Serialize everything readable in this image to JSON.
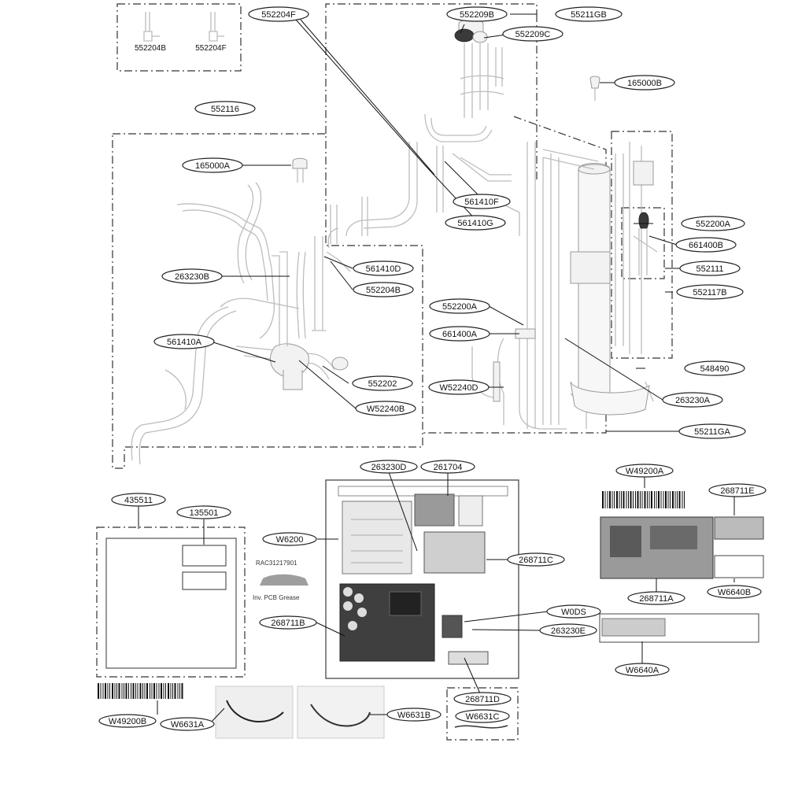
{
  "labels": {
    "p552204F_top": "552204F",
    "p552209B": "552209B",
    "p55211GB": "55211GB",
    "p552209C": "552209C",
    "p165000B": "165000B",
    "p552116": "552116",
    "p165000A": "165000A",
    "p561410F": "561410F",
    "p561410G": "561410G",
    "p552200A_r": "552200A",
    "p661400B": "661400B",
    "p552111": "552111",
    "p552117B": "552117B",
    "p561410D": "561410D",
    "p263230B": "263230B",
    "p552204B_main": "552204B",
    "p552200A_m": "552200A",
    "p661400A": "661400A",
    "p561410A": "561410A",
    "p548490": "548490",
    "p552202": "552202",
    "pW52240D": "W52240D",
    "p263230A": "263230A",
    "pW52240B": "W52240B",
    "p55211GA": "55211GA",
    "p263230D": "263230D",
    "p261704": "261704",
    "pW49200A": "W49200A",
    "p268711E": "268711E",
    "p435511": "435511",
    "p135501": "135501",
    "pW6200": "W6200",
    "p268711C": "268711C",
    "pW6640B": "W6640B",
    "p268711A": "268711A",
    "pW0DS": "W0DS",
    "p268711B": "268711B",
    "p263230E": "263230E",
    "pW6640A": "W6640A",
    "p268711D": "268711D",
    "pW49200B": "W49200B",
    "pW6631A": "W6631A",
    "pW6631B": "W6631B",
    "pW6631C": "W6631C"
  },
  "inset": {
    "left_caption": "552204B",
    "right_caption": "552204F"
  },
  "grease": {
    "code": "RAC31217901",
    "caption": "Inv. PCB Grease"
  }
}
